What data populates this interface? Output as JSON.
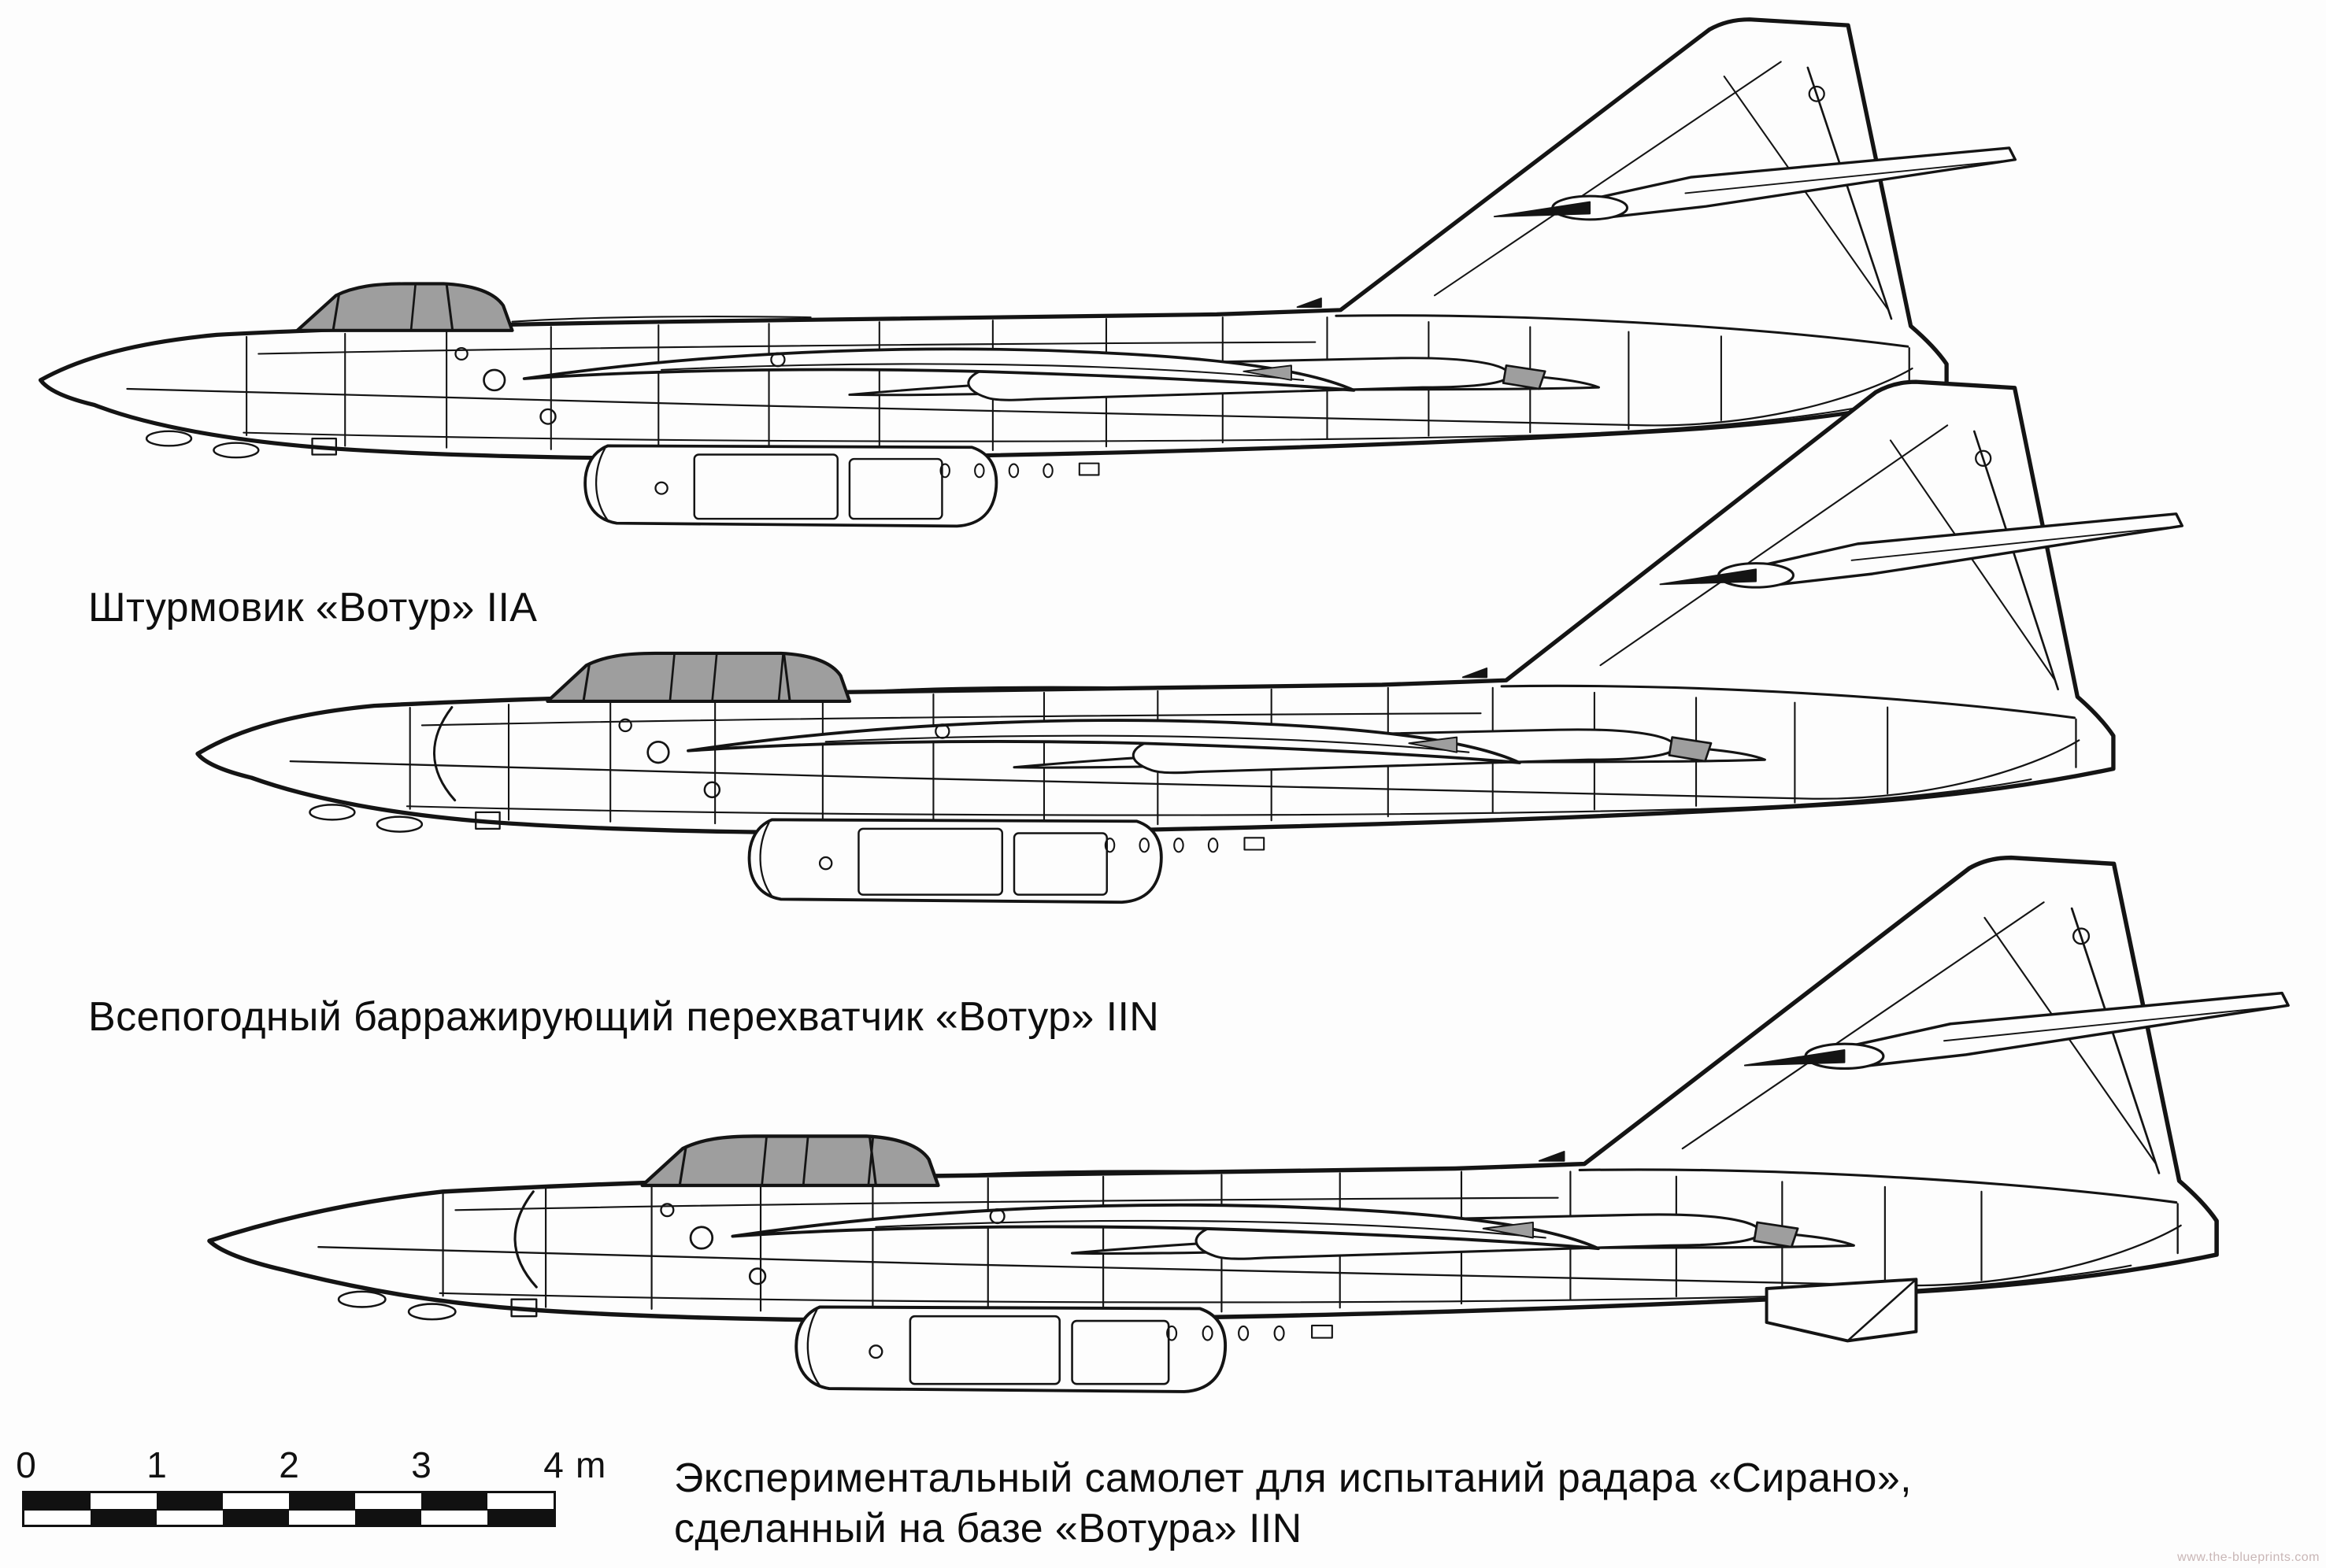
{
  "aircraft": [
    {
      "label": "Штурмовик «Вотур» IIA"
    },
    {
      "label": "Всепогодный барражирующий перехватчик «Вотур» IIN"
    },
    {
      "label_line1": "Экспериментальный самолет для испытаний радара «Сирано»,",
      "label_line2": "сделанный на базе «Вотура» IIN"
    }
  ],
  "scale_bar": {
    "ticks": [
      "0",
      "1",
      "2",
      "3",
      "4"
    ],
    "unit": "m"
  },
  "watermark": "www.the-blueprints.com",
  "colors": {
    "ink": "#141414",
    "canopy_glass": "#9e9e9e",
    "paper": "#fdfdfd"
  }
}
